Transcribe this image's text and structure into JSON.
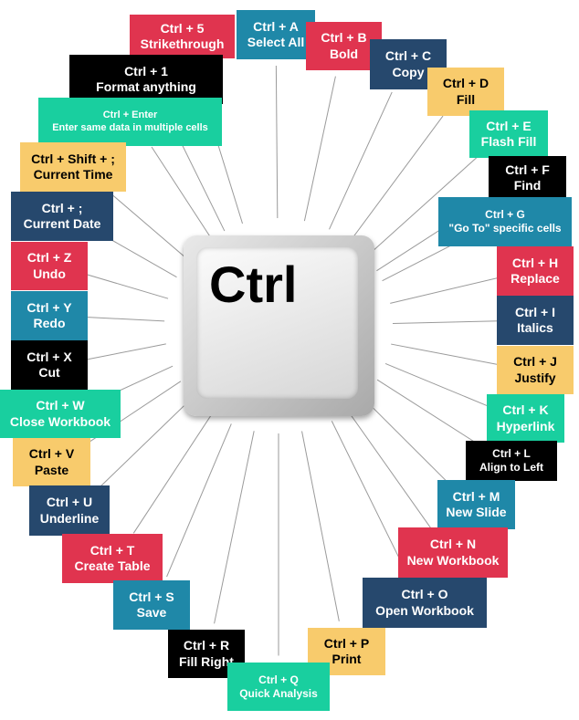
{
  "center_key": {
    "label": "Ctrl"
  },
  "colors": {
    "red": "#e0344f",
    "blue": "#1f88a8",
    "navy": "#26486d",
    "yellow": "#f8cb6c",
    "green": "#19cf9f",
    "black": "#000000"
  },
  "shortcuts": [
    {
      "keys": "Ctrl + A",
      "desc": "Select All"
    },
    {
      "keys": "Ctrl + B",
      "desc": "Bold"
    },
    {
      "keys": "Ctrl + C",
      "desc": "Copy"
    },
    {
      "keys": "Ctrl + D",
      "desc": "Fill"
    },
    {
      "keys": "Ctrl + E",
      "desc": "Flash Fill"
    },
    {
      "keys": "Ctrl + F",
      "desc": "Find"
    },
    {
      "keys": "Ctrl + G",
      "desc": "\"Go To\" specific cells"
    },
    {
      "keys": "Ctrl + H",
      "desc": "Replace"
    },
    {
      "keys": "Ctrl + I",
      "desc": "Italics"
    },
    {
      "keys": "Ctrl + J",
      "desc": "Justify"
    },
    {
      "keys": "Ctrl + K",
      "desc": "Hyperlink"
    },
    {
      "keys": "Ctrl + L",
      "desc": "Align to Left"
    },
    {
      "keys": "Ctrl + M",
      "desc": "New Slide"
    },
    {
      "keys": "Ctrl + N",
      "desc": "New Workbook"
    },
    {
      "keys": "Ctrl + O",
      "desc": "Open Workbook"
    },
    {
      "keys": "Ctrl + P",
      "desc": "Print"
    },
    {
      "keys": "Ctrl + Q",
      "desc": "Quick Analysis"
    },
    {
      "keys": "Ctrl + R",
      "desc": "Fill Right"
    },
    {
      "keys": "Ctrl + S",
      "desc": "Save"
    },
    {
      "keys": "Ctrl + T",
      "desc": "Create Table"
    },
    {
      "keys": "Ctrl + U",
      "desc": "Underline"
    },
    {
      "keys": "Ctrl + V",
      "desc": "Paste"
    },
    {
      "keys": "Ctrl + W",
      "desc": "Close Workbook"
    },
    {
      "keys": "Ctrl + X",
      "desc": "Cut"
    },
    {
      "keys": "Ctrl + Y",
      "desc": "Redo"
    },
    {
      "keys": "Ctrl + Z",
      "desc": "Undo"
    },
    {
      "keys": "Ctrl + ;",
      "desc": "Current Date"
    },
    {
      "keys": "Ctrl + Shift + ;",
      "desc": "Current Time"
    },
    {
      "keys": "Ctrl + Enter",
      "desc": "Enter same data in multiple cells"
    },
    {
      "keys": "Ctrl + 1",
      "desc": "Format anything"
    },
    {
      "keys": "Ctrl + 5",
      "desc": "Strikethrough"
    }
  ]
}
